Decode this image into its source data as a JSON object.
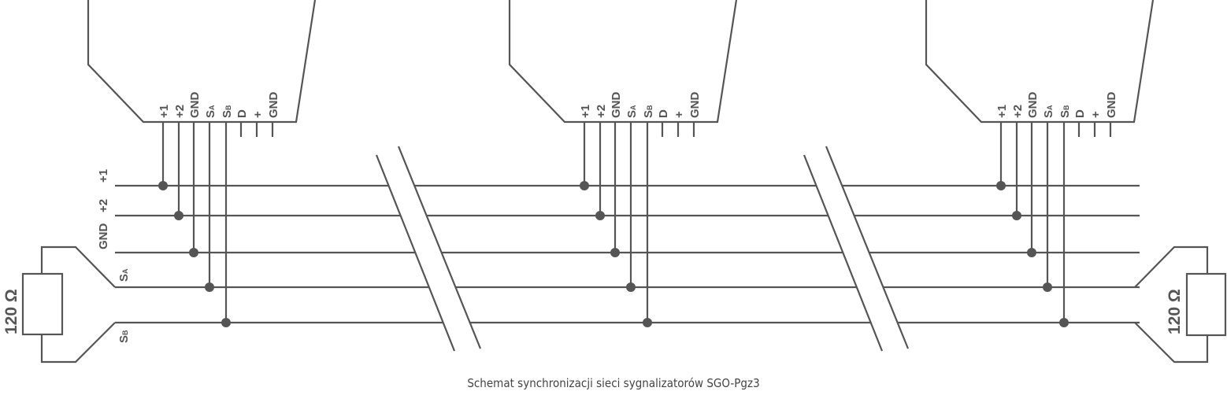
{
  "caption": "Schemat synchronizacji sieci sygnalizatorów SGO-Pgz3",
  "pin_labels": [
    "+1",
    "+2",
    "GND",
    "S",
    "S",
    "D",
    "+",
    "GND"
  ],
  "pin_subscripts": [
    "",
    "",
    "",
    "A",
    "B",
    "",
    "",
    ""
  ],
  "bus_labels": [
    "+1",
    "+2",
    "GND",
    "S",
    "S"
  ],
  "bus_subscripts": [
    "",
    "",
    "",
    "A",
    "B"
  ],
  "resistor_left": "120 Ω",
  "resistor_right": "120 Ω",
  "devices": 3,
  "line_color": "#555555"
}
